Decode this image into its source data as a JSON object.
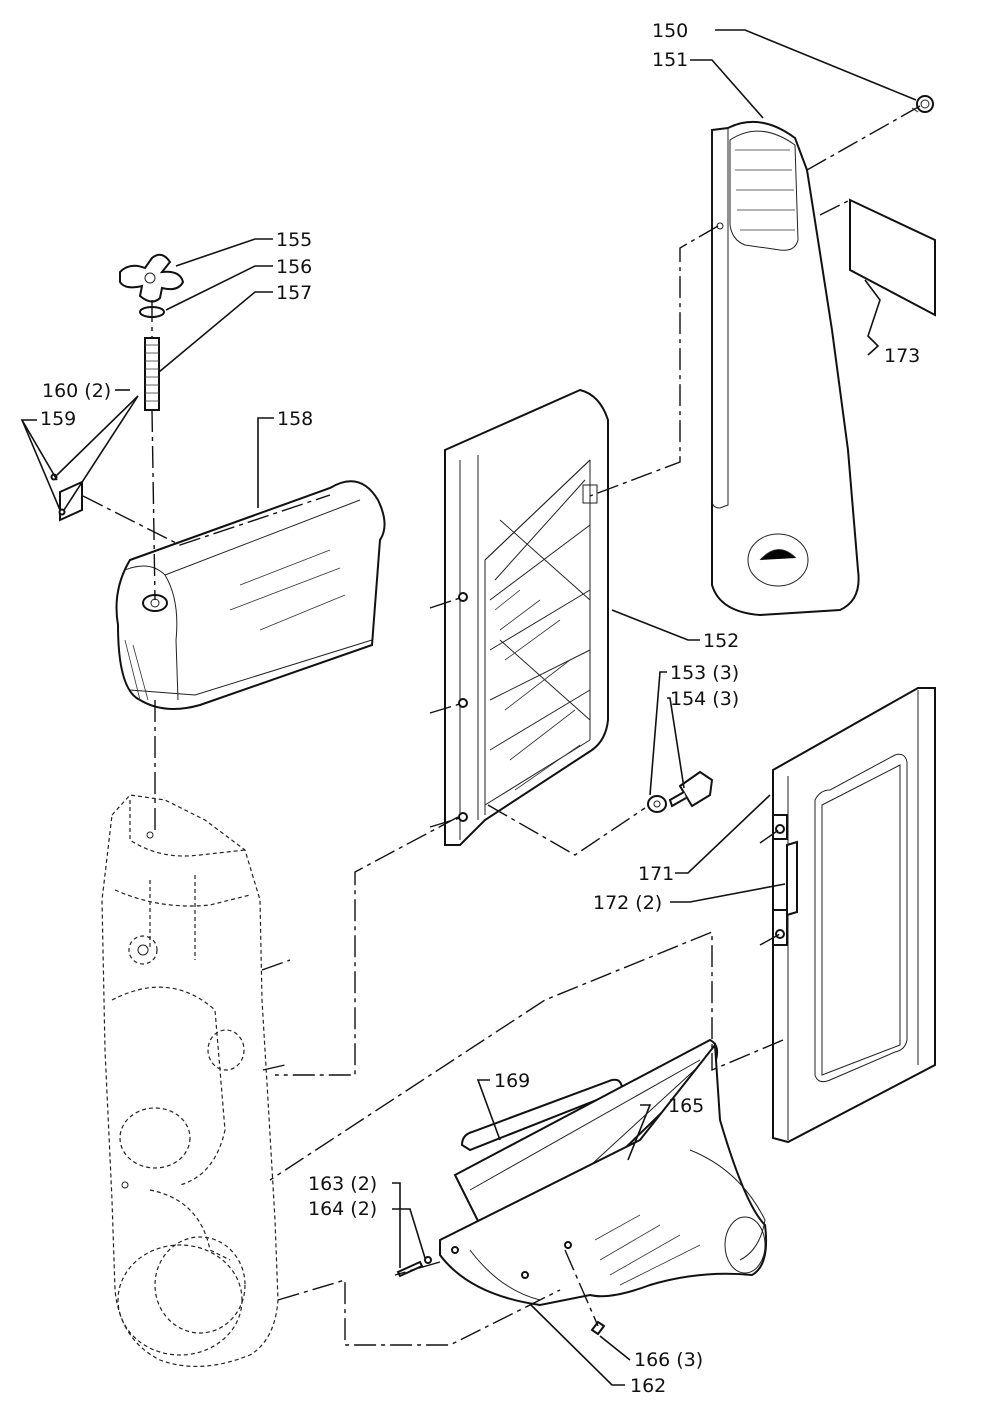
{
  "diagram": {
    "callouts": [
      {
        "id": "c150",
        "label": "150"
      },
      {
        "id": "c151",
        "label": "151"
      },
      {
        "id": "c155",
        "label": "155"
      },
      {
        "id": "c156",
        "label": "156"
      },
      {
        "id": "c157",
        "label": "157"
      },
      {
        "id": "c160",
        "label": "160 (2)"
      },
      {
        "id": "c159",
        "label": "159"
      },
      {
        "id": "c158",
        "label": "158"
      },
      {
        "id": "c173",
        "label": "173"
      },
      {
        "id": "c152",
        "label": "152"
      },
      {
        "id": "c153",
        "label": "153 (3)"
      },
      {
        "id": "c154",
        "label": "154 (3)"
      },
      {
        "id": "c171",
        "label": "171"
      },
      {
        "id": "c172",
        "label": "172 (2)"
      },
      {
        "id": "c169",
        "label": "169"
      },
      {
        "id": "c165",
        "label": "165"
      },
      {
        "id": "c163",
        "label": "163 (2)"
      },
      {
        "id": "c164",
        "label": "164 (2)"
      },
      {
        "id": "c166",
        "label": "166 (3)"
      },
      {
        "id": "c162",
        "label": "162"
      }
    ]
  }
}
